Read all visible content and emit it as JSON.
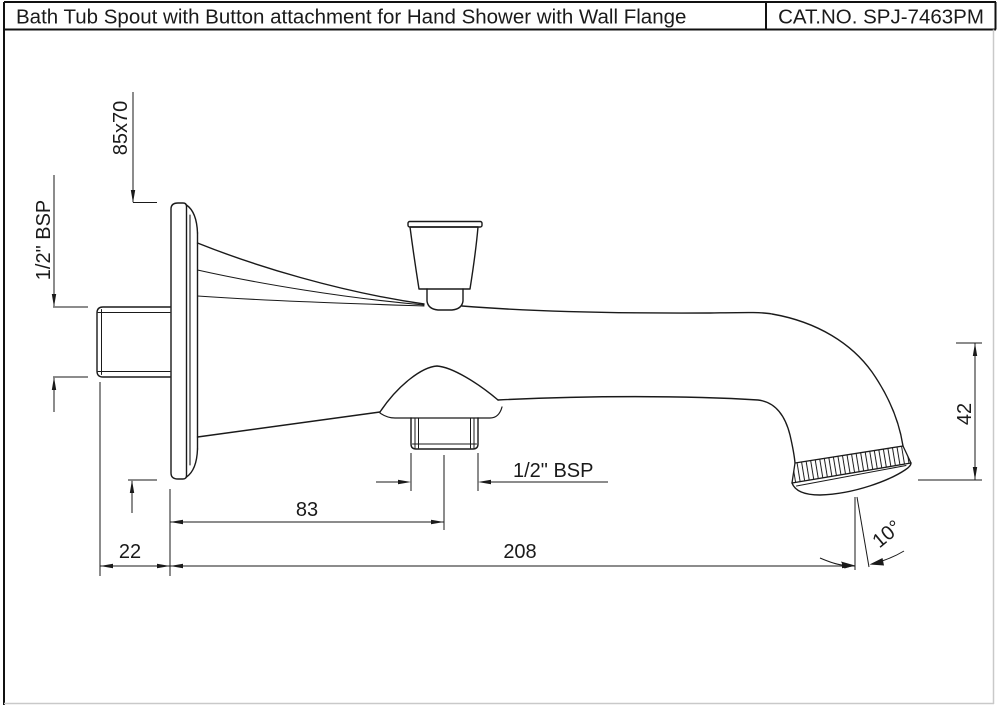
{
  "header": {
    "title": "Bath Tub Spout with Button attachment for Hand Shower with Wall Flange",
    "catalog": "CAT.NO. SPJ-7463PM"
  },
  "drawing": {
    "labels": {
      "flange_size": "85x70",
      "inlet_thread": "1/2\" BSP",
      "outlet_thread": "1/2\" BSP",
      "flange_to_outlet": "83",
      "wall_offset": "22",
      "total_length": "208",
      "spout_drop": "42",
      "outlet_angle": "10°"
    },
    "colors": {
      "line": "#1a1a1a",
      "background": "#ffffff",
      "page_edge": "#c9c9c9"
    }
  }
}
